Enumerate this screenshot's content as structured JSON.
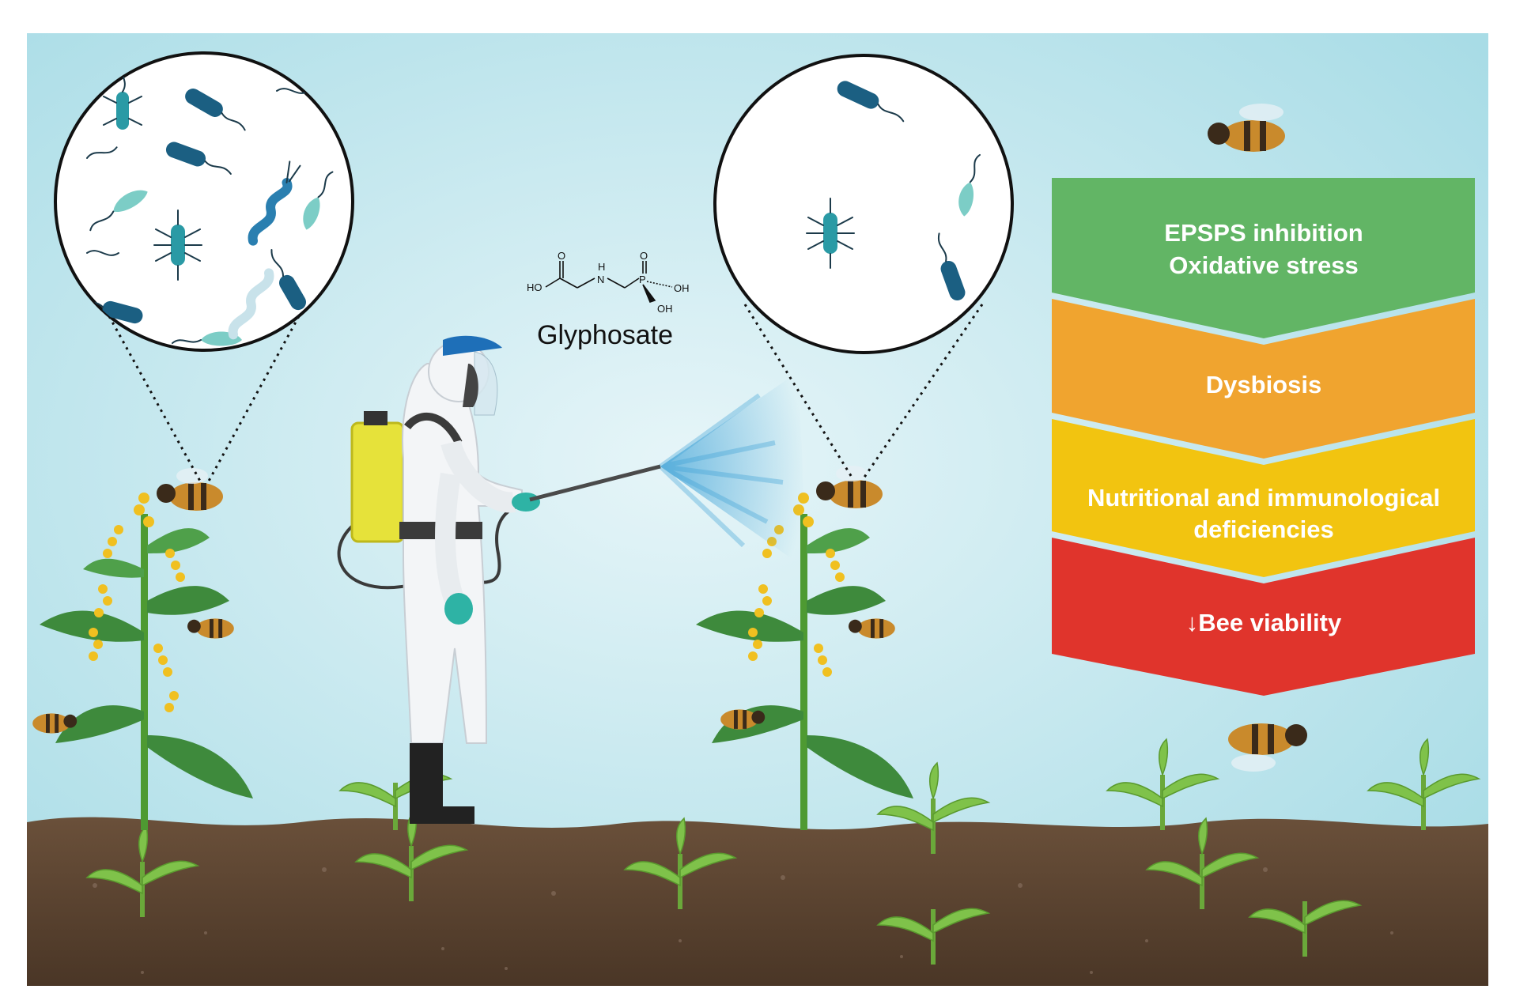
{
  "compound": {
    "name": "Glyphosate",
    "atoms": {
      "ho": "HO",
      "o_carbonyl": "O",
      "nh_h": "H",
      "n": "N",
      "p": "P",
      "o_phosphoryl": "O",
      "oh_right": "OH",
      "oh_bottom": "OH"
    }
  },
  "effects": [
    {
      "lines": [
        "EPSPS inhibition",
        "Oxidative stress"
      ],
      "color": "#62b565"
    },
    {
      "lines": [
        "Dysbiosis"
      ],
      "color": "#f0a42f"
    },
    {
      "lines": [
        "Nutritional and immunological",
        "deficiencies"
      ],
      "color": "#f2c410"
    },
    {
      "lines": [
        "↓Bee viability"
      ],
      "color": "#e0342c"
    }
  ],
  "zoom_views": [
    {
      "name": "healthy-microbiota",
      "bacteria_shown": 14
    },
    {
      "name": "reduced-microbiota",
      "bacteria_shown": 4
    }
  ],
  "colors": {
    "sky_top": "#a8dce6",
    "sky_glow": "#e6f5f8",
    "soil": "#5a4331",
    "bacteria_dark": "#1b5f82",
    "bacteria_teal": "#2a9aa5",
    "bacteria_light": "#7ccdc6"
  }
}
